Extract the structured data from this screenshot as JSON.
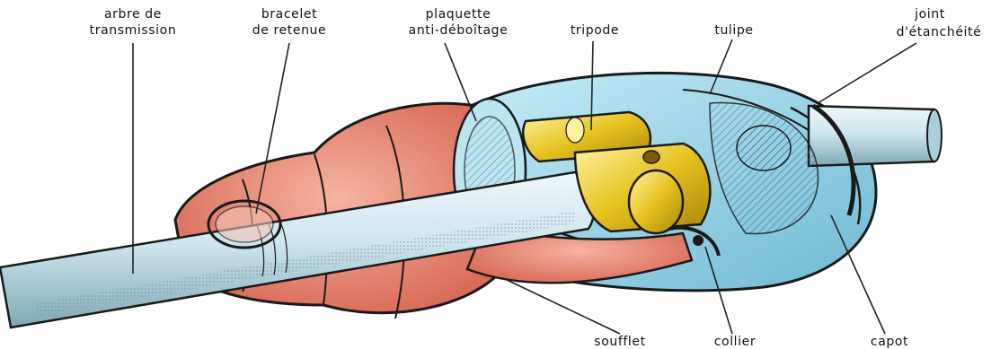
{
  "labels": {
    "arbre_1": "arbre de",
    "arbre_2": "transmission",
    "bracelet_1": "bracelet",
    "bracelet_2": "de retenue",
    "plaquette_1": "plaquette",
    "plaquette_2": "anti-déboîtage",
    "tripode": "tripode",
    "tulipe": "tulipe",
    "joint_1": "joint",
    "joint_2": "d'étanchéité",
    "soufflet": "soufflet",
    "collier": "collier",
    "capot": "capot"
  },
  "colors": {
    "shaft": "#cfe6ee",
    "boot": "#e8836f",
    "tulip": "#9fd6ea",
    "tripod": "#e6c21e",
    "outline": "#1a1a1a"
  }
}
